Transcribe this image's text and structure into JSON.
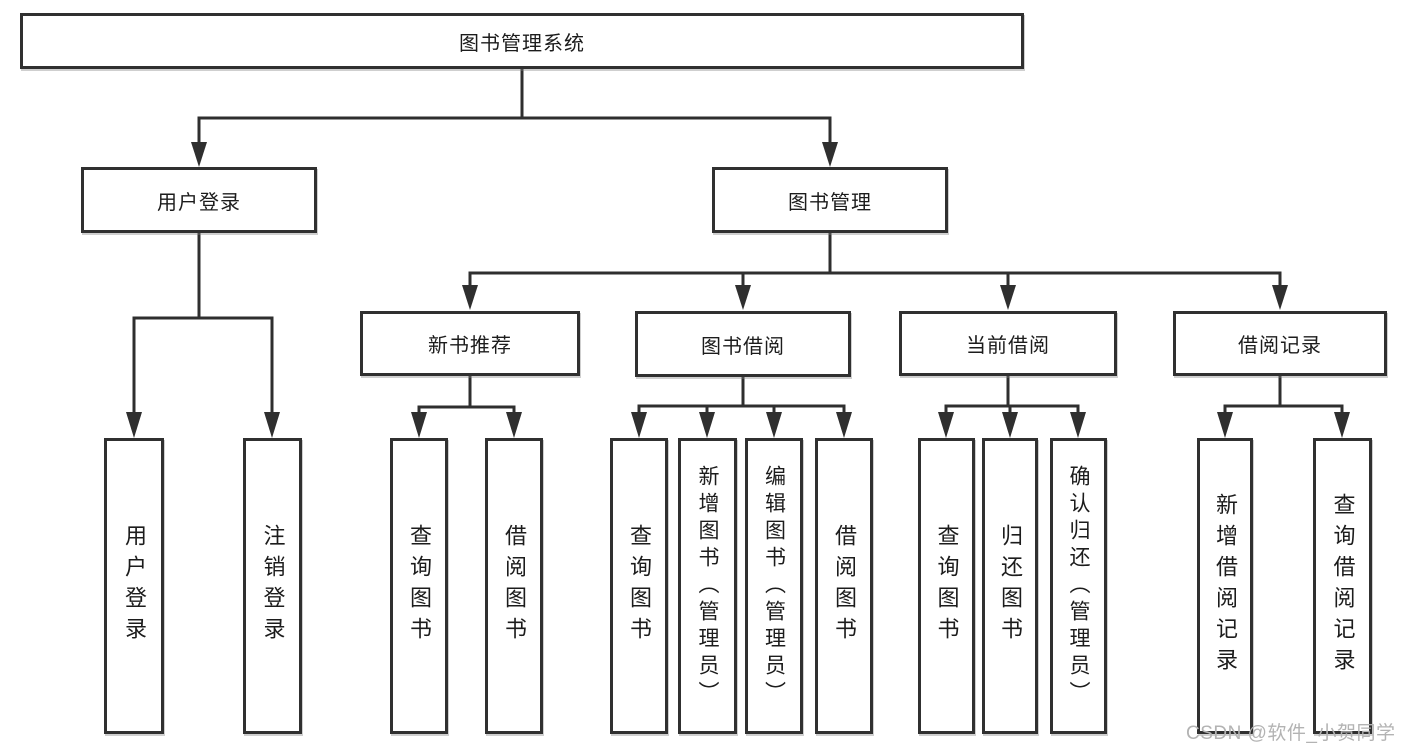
{
  "colors": {
    "ink": "#2f2f2f",
    "background": "#ffffff",
    "watermark": "#b3b3b3"
  },
  "watermark": {
    "text": "CSDN @软件_小贺同学"
  },
  "tree": {
    "root": "图书管理系统",
    "branches": [
      {
        "label": "用户登录",
        "children": [
          "用户登录",
          "注销登录"
        ]
      },
      {
        "label": "图书管理",
        "sections": [
          {
            "label": "新书推荐",
            "children": [
              "查询图书",
              "借阅图书"
            ]
          },
          {
            "label": "图书借阅",
            "children": [
              "查询图书",
              "新增图书（管理员）",
              "编辑图书（管理员）",
              "借阅图书"
            ]
          },
          {
            "label": "当前借阅",
            "children": [
              "查询图书",
              "归还图书",
              "确认归还（管理员）"
            ]
          },
          {
            "label": "借阅记录",
            "children": [
              "新增借阅记录",
              "查询借阅记录"
            ]
          }
        ]
      }
    ]
  }
}
